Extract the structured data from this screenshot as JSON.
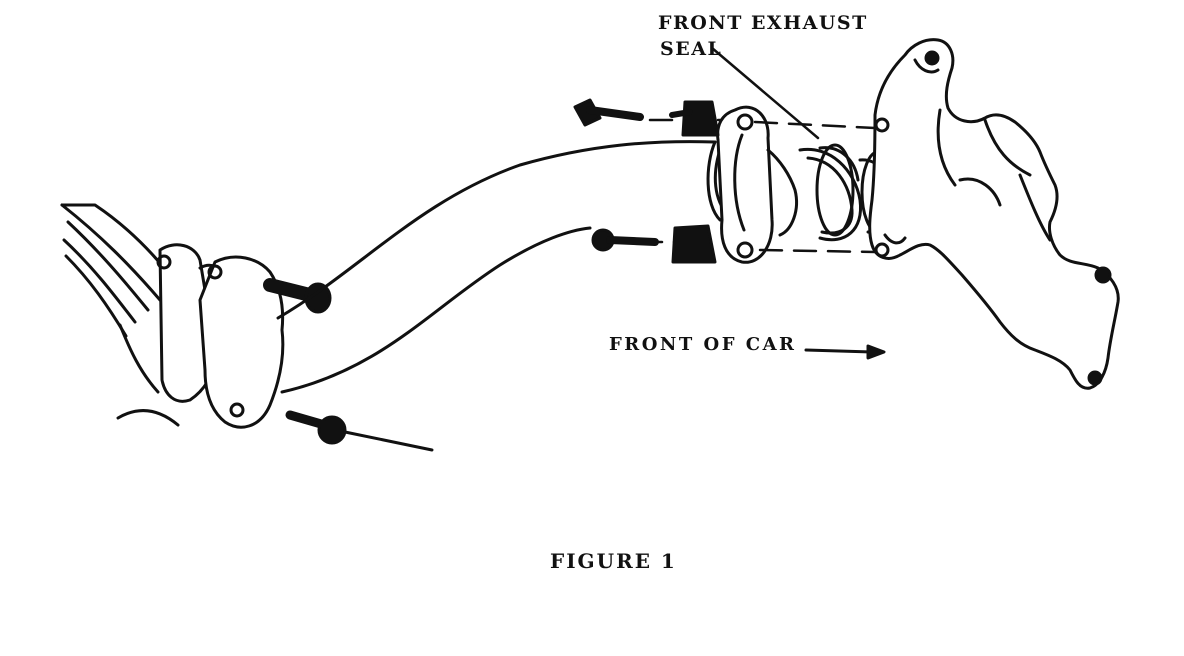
{
  "labels": {
    "seal_line1": "FRONT EXHAUST",
    "seal_line2": "SEAL",
    "front_of_car": "FRONT OF CAR",
    "figure_caption": "FIGURE 1"
  },
  "colors": {
    "ink": "#111111",
    "paper": "#ffffff"
  }
}
